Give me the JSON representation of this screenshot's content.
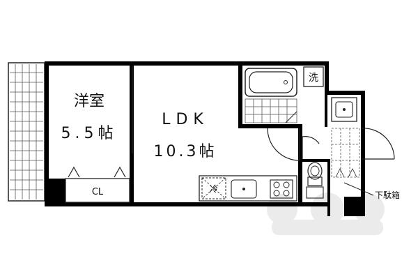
{
  "rooms": {
    "western": {
      "name": "洋室",
      "size": "5.5帖"
    },
    "ldk": {
      "name": "LDK",
      "size": "10.3帖"
    }
  },
  "fixtures": {
    "closet": "CL",
    "washer": "洗",
    "fridge": "冷",
    "shoe_box": "下駄箱"
  },
  "colors": {
    "wall": "#000000",
    "line": "#222222",
    "watermark": "#e2e2e2"
  }
}
